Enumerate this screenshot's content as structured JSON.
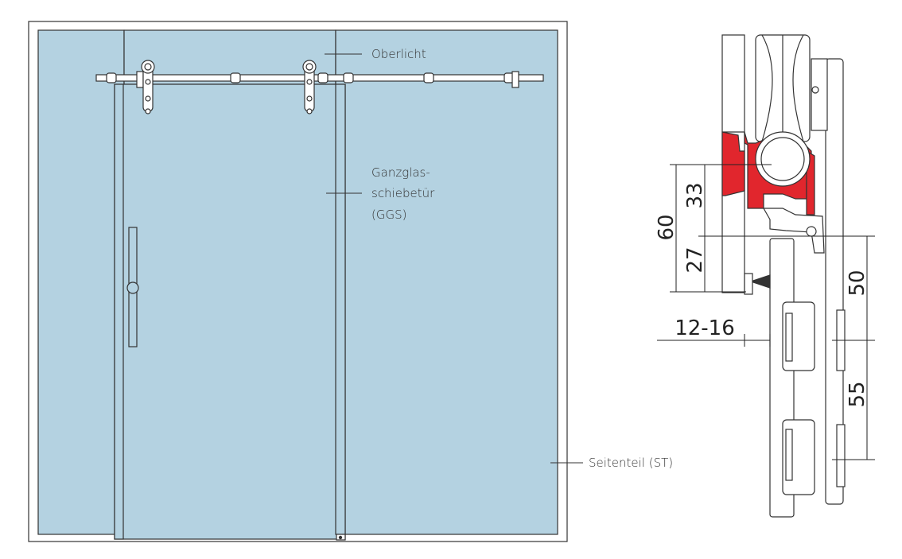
{
  "colors": {
    "glass": "#b4d2e1",
    "outline": "#333333",
    "highlight_red": "#e1262d",
    "background": "#ffffff"
  },
  "labels": {
    "oberlicht": "Oberlicht",
    "ggs_line1": "Ganzglas-",
    "ggs_line2": "schiebetür",
    "ggs_line3": "(GGS)",
    "seitenteil": "Seitenteil (ST)"
  },
  "dimensions": {
    "d60": "60",
    "d33": "33",
    "d27": "27",
    "d50": "50",
    "d55": "55",
    "d12_16": "12-16"
  }
}
